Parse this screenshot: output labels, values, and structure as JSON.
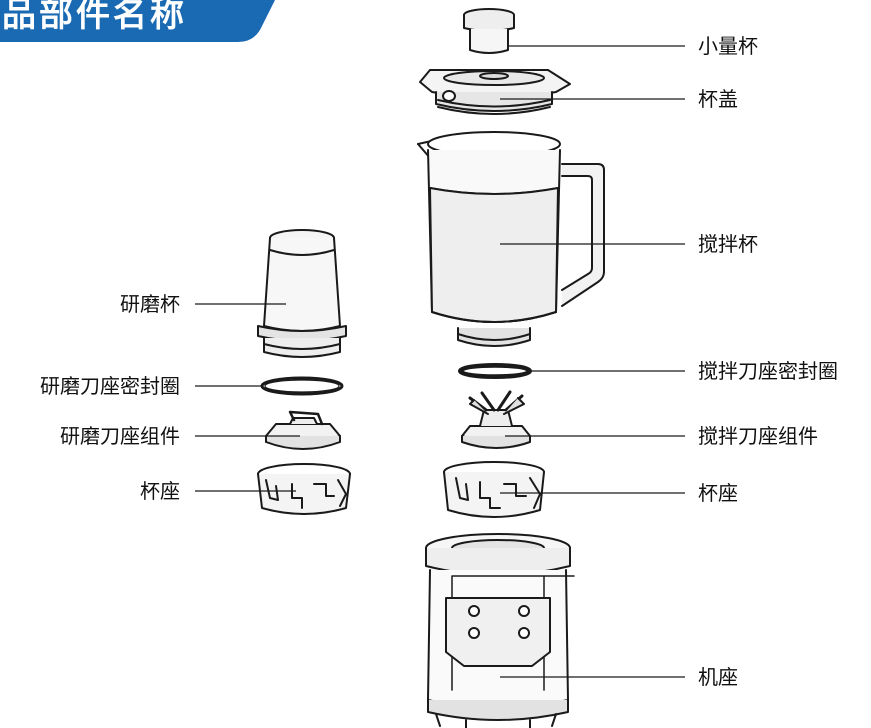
{
  "banner": {
    "title": "品部件名称",
    "color": "#1a6ab3"
  },
  "labels": {
    "small_cup": "小量杯",
    "lid": "杯盖",
    "blend_jar": "搅拌杯",
    "grind_cup": "研磨杯",
    "blend_seal": "搅拌刀座密封圈",
    "grind_seal": "研磨刀座密封圈",
    "blend_blade": "搅拌刀座组件",
    "grind_blade": "研磨刀座组件",
    "cup_base_left": "杯座",
    "cup_base_right": "杯座",
    "motor_base": "机座"
  },
  "colors": {
    "line": "#1a1a1a",
    "fill_light": "#f4f4f4",
    "fill_mid": "#e6e6e6",
    "fill_dark": "#cfcfcf"
  }
}
